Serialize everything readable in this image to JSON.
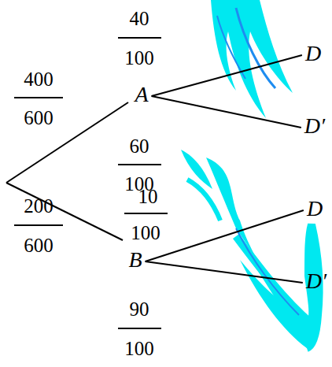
{
  "diagram": {
    "nodes": [
      {
        "text": [
          "A"
        ]
      },
      {
        "text": [
          "D"
        ]
      },
      {
        "text": [
          "D′"
        ]
      },
      {
        "text": [
          "B"
        ]
      },
      {
        "text": [
          "D"
        ]
      },
      {
        "text": [
          "D′"
        ]
      }
    ],
    "edges": [
      {
        "from": 0,
        "to": 1,
        "arrow": "none"
      },
      {
        "from": 0,
        "to": 2,
        "arrow": "none"
      },
      {
        "from": 3,
        "to": 4,
        "arrow": "none"
      },
      {
        "from": 3,
        "to": 5,
        "arrow": "none"
      }
    ],
    "labels": [
      "40",
      "100",
      "400",
      "600",
      "60",
      "100",
      "10",
      "100",
      "200",
      "600",
      "90",
      "100"
    ]
  }
}
